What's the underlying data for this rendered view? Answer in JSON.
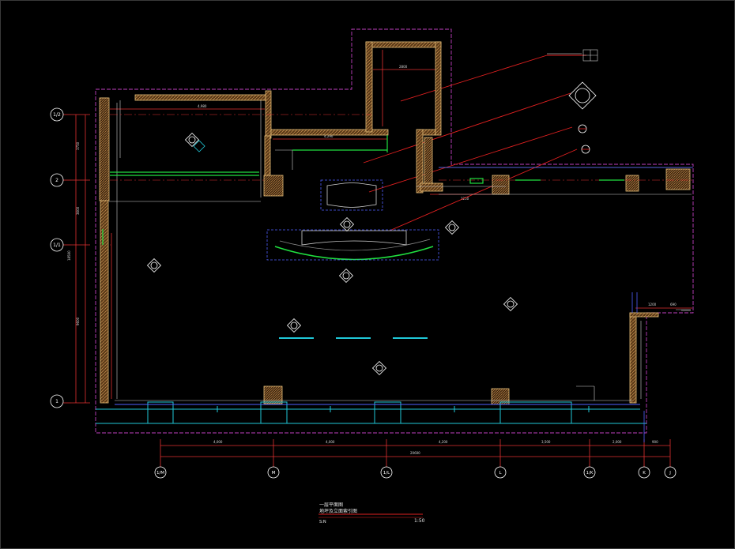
{
  "drawing": {
    "title_line1": "一层平面图",
    "title_line2": "地坪及立面索引图",
    "scale_prefix": "S:N",
    "scale_value": "1:50"
  },
  "grid_row_labels": [
    "1/2",
    "2",
    "1/1",
    "1"
  ],
  "grid_col_labels": [
    "1/M",
    "M",
    "1/L",
    "L",
    "1/K",
    "K",
    "J"
  ],
  "colors": {
    "background": "#000000",
    "wall": "#e8c07a",
    "wall_hatch": "#a86d3a",
    "boundary": "#c040c0",
    "dimension": "#e03030",
    "leader": "#e02020",
    "furniture": "#20e040",
    "column": "#a06a3a",
    "facade": "#20c8d8",
    "frame_line": "#5060ff",
    "tag": "#ffffff"
  },
  "icons": [
    "index-symbol-icon",
    "column-hatch-icon",
    "grid-bubble-icon"
  ]
}
